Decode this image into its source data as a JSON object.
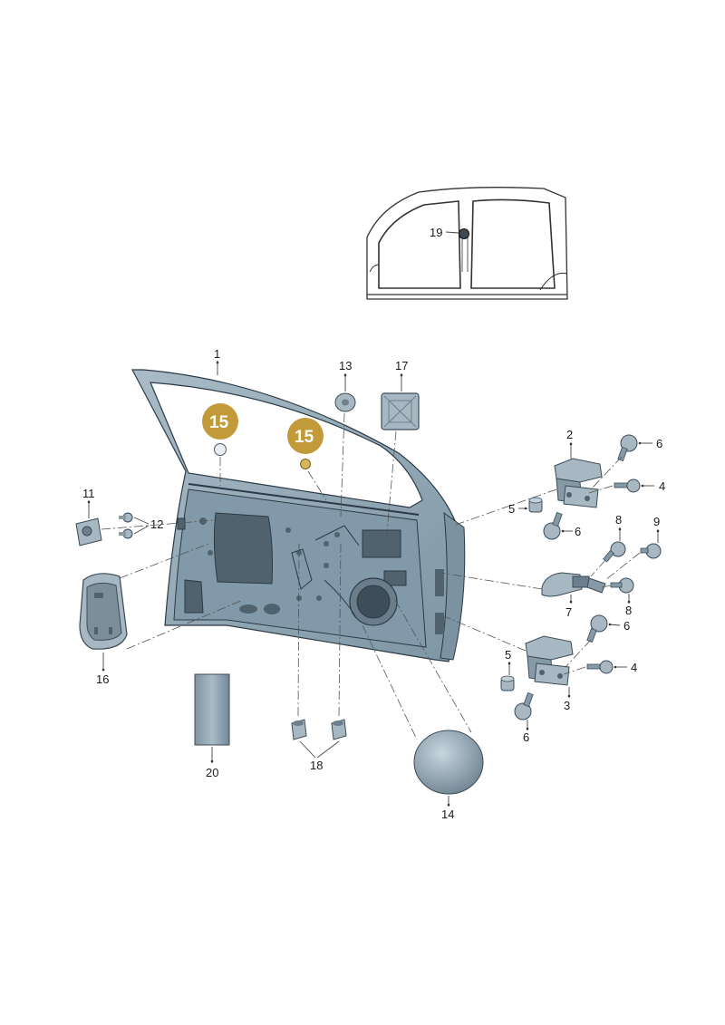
{
  "diagram": {
    "callouts": {
      "c1": "1",
      "c2": "2",
      "c3": "3",
      "c4a": "4",
      "c4b": "4",
      "c5a": "5",
      "c5b": "5",
      "c6a": "6",
      "c6b": "6",
      "c6c": "6",
      "c6d": "6",
      "c7": "7",
      "c8a": "8",
      "c8b": "8",
      "c9": "9",
      "c11": "11",
      "c12": "12",
      "c13": "13",
      "c14": "14",
      "c15a": "15",
      "c15b": "15",
      "c16": "16",
      "c17": "17",
      "c18": "18",
      "c19": "19",
      "c20": "20"
    },
    "colors": {
      "badge": "#c39a3a",
      "door": "#8fa6b4",
      "door_dark": "#51626f",
      "part": "#a7b8c3",
      "part_dark": "#6b7f8c",
      "line": "#444444"
    },
    "highlighted_parts": [
      "15"
    ]
  }
}
